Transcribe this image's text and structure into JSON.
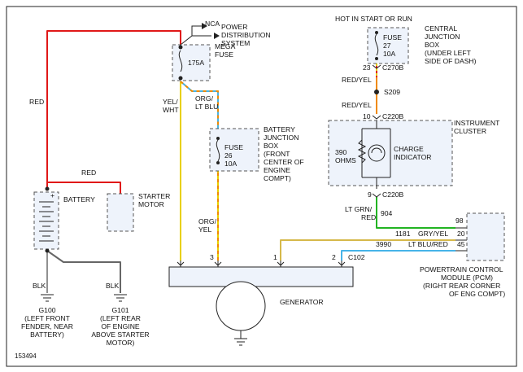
{
  "diagram_id": "153494",
  "labels": {
    "nca": "NCA",
    "power_distribution": [
      "POWER",
      "DISTRIBUTION",
      "SYSTEM"
    ],
    "mega_fuse": [
      "MEGA",
      "FUSE"
    ],
    "mega_fuse_rating": "175A",
    "red_top": "RED",
    "red_batt": "RED",
    "yel_wht": [
      "YEL/",
      "WHT"
    ],
    "org_ltblu": [
      "ORG/",
      "LT BLU"
    ],
    "fuse26": [
      "FUSE",
      "26",
      "10A"
    ],
    "bjb": [
      "BATTERY",
      "JUNCTION",
      "BOX",
      "(FRONT",
      "CENTER OF",
      "ENGINE",
      "COMPT)"
    ],
    "battery": "BATTERY",
    "starter": [
      "STARTER",
      "MOTOR"
    ],
    "org_yel": [
      "ORG/",
      "YEL"
    ],
    "blk1": "BLK",
    "blk2": "BLK",
    "g100": [
      "G100",
      "(LEFT FRONT",
      "FENDER, NEAR",
      "BATTERY)"
    ],
    "g101": [
      "G101",
      "(LEFT REAR",
      "OF ENGINE",
      "ABOVE STARTER",
      "MOTOR)"
    ],
    "hot": "HOT IN START OR RUN",
    "fuse27": [
      "FUSE",
      "27",
      "10A"
    ],
    "cjb": [
      "CENTRAL",
      "JUNCTION",
      "BOX",
      "(UNDER LEFT",
      "SIDE OF DASH)"
    ],
    "pin23": "23",
    "c270b": "C270B",
    "red_yel1": "RED/YEL",
    "s209": "S209",
    "red_yel2": "RED/YEL",
    "pin10": "10",
    "c220b_top": "C220B",
    "cluster": [
      "INSTRUMENT",
      "CLUSTER"
    ],
    "ohms": [
      "390",
      "OHMS"
    ],
    "charge": [
      "CHARGE",
      "INDICATOR"
    ],
    "pin9": "9",
    "c220b_bot": "C220B",
    "ltgrn_red": [
      "LT GRN/",
      "RED"
    ],
    "c904": "904",
    "pin98": "98",
    "c1181": "1181",
    "gry_yel": "GRY/YEL",
    "pin20": "20",
    "c3990": "3990",
    "ltblu_red": "LT BLU/RED",
    "pin45": "45",
    "pcm": [
      "POWERTRAIN CONTROL",
      "MODULE (PCM)",
      "(RIGHT REAR CORNER",
      "OF ENG COMPT)"
    ],
    "pin3": "3",
    "pin1": "1",
    "pin2": "2",
    "c102": "C102",
    "generator": "GENERATOR",
    "plus": "+"
  },
  "colors": {
    "red": "#e01818",
    "yellow": "#e8d000",
    "orange": "#f08a00",
    "green": "#22b422",
    "tan": "#d6b94a",
    "lightblue": "#46b4e8",
    "black": "#222222",
    "gray": "#666666",
    "box_fill": "#eef3fb"
  }
}
